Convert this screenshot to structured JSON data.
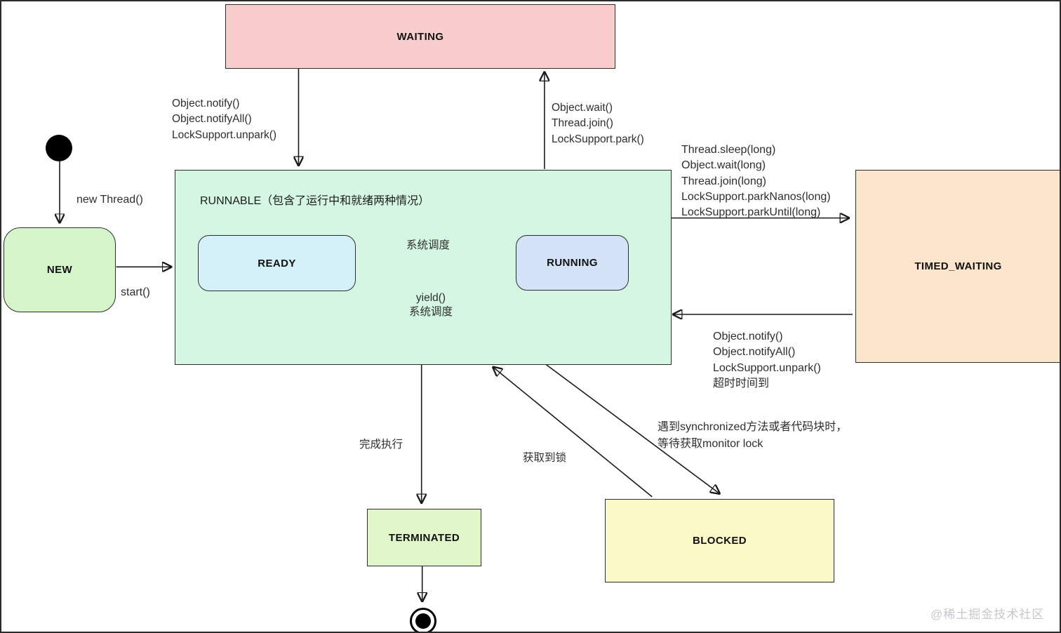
{
  "states": {
    "waiting": {
      "label": "WAITING",
      "fill": "#f9cdce"
    },
    "runnable": {
      "label": "RUNNABLE（包含了运行中和就绪两种情况）",
      "fill": "#d4f6e2"
    },
    "ready": {
      "label": "READY",
      "fill": "#d4f1fa"
    },
    "running": {
      "label": "RUNNING",
      "fill": "#d5e3f9"
    },
    "new": {
      "label": "NEW",
      "fill": "#d6f5cb"
    },
    "timed_waiting": {
      "label": "TIMED_WAITING",
      "fill": "#fbe5cc"
    },
    "terminated": {
      "label": "TERMINATED",
      "fill": "#e2f6cb"
    },
    "blocked": {
      "label": "BLOCKED",
      "fill": "#fbf9c8"
    }
  },
  "transitions": {
    "waiting_to_runnable": [
      "Object.notify()",
      "Object.notifyAll()",
      "LockSupport.unpark()"
    ],
    "runnable_to_waiting": [
      "Object.wait()",
      "Thread.join()",
      "LockSupport.park()"
    ],
    "runnable_to_timed_waiting": [
      "Thread.sleep(long)",
      "Object.wait(long)",
      "Thread.join(long)",
      "LockSupport.parkNanos(long)",
      "LockSupport.parkUntil(long)"
    ],
    "timed_waiting_to_runnable": [
      "Object.notify()",
      "Object.notifyAll()",
      "LockSupport.unpark()",
      "超时时间到"
    ],
    "initial_to_new": "new Thread()",
    "new_to_runnable": "start()",
    "ready_to_running": "系统调度",
    "running_to_ready": [
      "yield()",
      "系统调度"
    ],
    "runnable_to_terminated": "完成执行",
    "blocked_to_runnable": "获取到锁",
    "runnable_to_blocked": [
      "遇到synchronized方法或者代码块时，",
      "等待获取monitor lock"
    ]
  },
  "watermark": "@稀土掘金技术社区"
}
